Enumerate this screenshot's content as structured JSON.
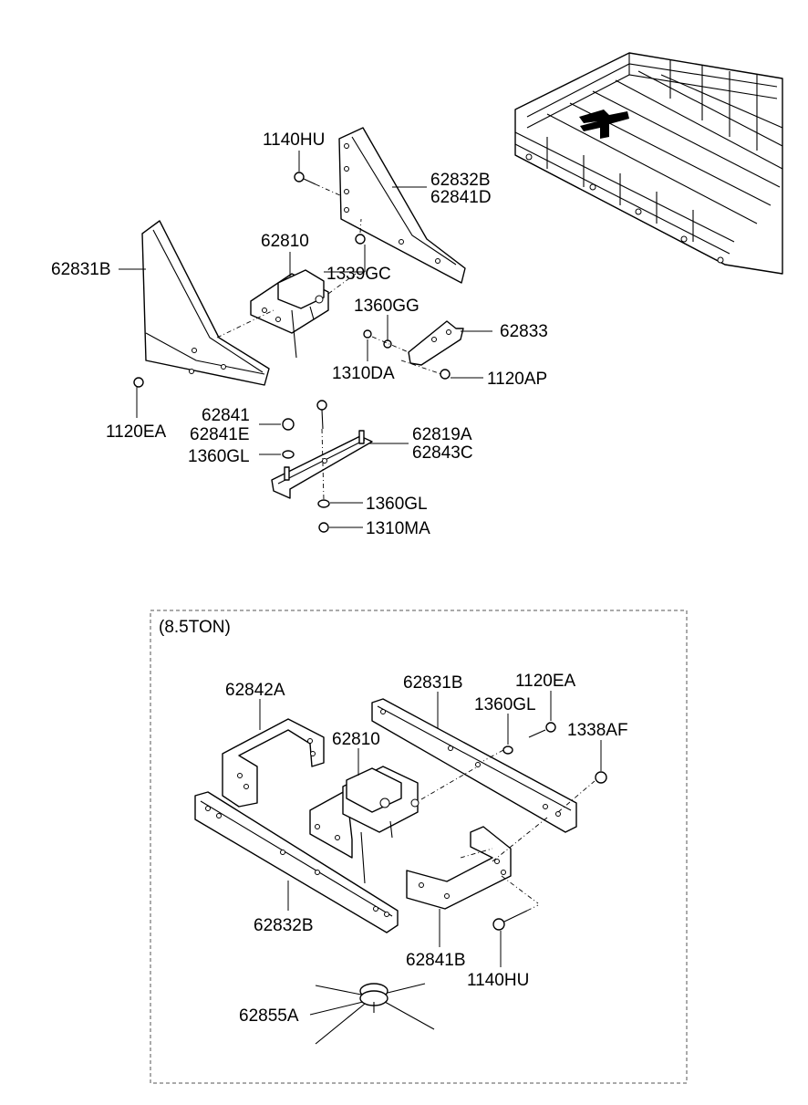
{
  "top_labels": {
    "l1140HU": "1140HU",
    "l62832B": "62832B",
    "l62841D": "62841D",
    "l62810": "62810",
    "l62831B": "62831B",
    "l1339GC": "1339GC",
    "l1360GG": "1360GG",
    "l62833": "62833",
    "l1310DA": "1310DA",
    "l1120AP": "1120AP",
    "l1120EA": "1120EA",
    "l62841": "62841",
    "l62841E": "62841E",
    "l1360GL_a": "1360GL",
    "l62819A": "62819A",
    "l62843C": "62843C",
    "l1360GL_b": "1360GL",
    "l1310MA": "1310MA"
  },
  "variant_box": {
    "title": "(8.5TON)",
    "l62842A": "62842A",
    "l62831B": "62831B",
    "l1120EA": "1120EA",
    "l1360GL": "1360GL",
    "l1338AF": "1338AF",
    "l62810": "62810",
    "l62832B": "62832B",
    "l62841B": "62841B",
    "l1140HU": "1140HU",
    "l62855A": "62855A"
  }
}
